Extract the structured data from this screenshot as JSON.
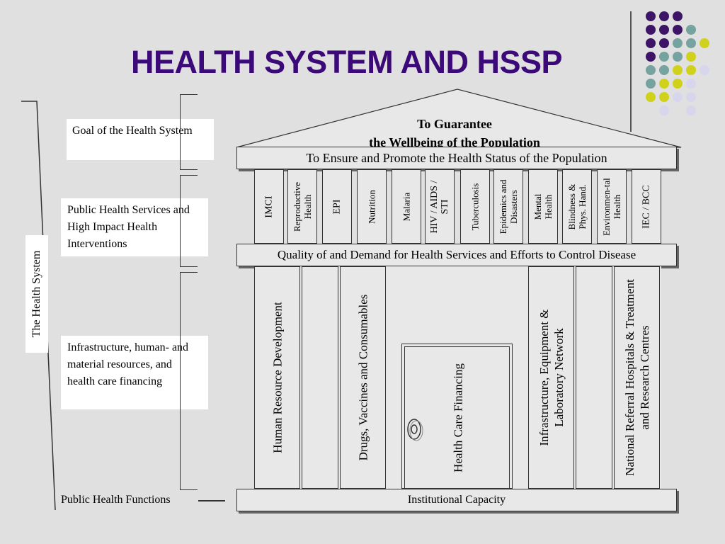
{
  "title": "HEALTH SYSTEM AND HSSP",
  "left_labels": {
    "goal": "Goal of the Health System",
    "services": "Public Health Services and High Impact Health Interventions",
    "infrastructure": "Infrastructure, human- and material resources, and health care financing",
    "functions": "Public Health Functions",
    "health_system": "The Health System"
  },
  "roof": {
    "line1": "To Guarantee",
    "line2": "the Wellbeing of the Population"
  },
  "top_bar": "To Ensure and Promote the Health Status of the Population",
  "programs": [
    "IMCI",
    "Reproductive Health",
    "EPI",
    "Nutrition",
    "Malaria",
    "HIV / AIDS / STI",
    "Tuberculosis",
    "Epidemics and Disasters",
    "Mental Health",
    "Blindness & Phys. Hand.",
    "Environmen-tal Health",
    "IEC / BCC"
  ],
  "middle_bar": "Quality of and Demand for Health Services and Efforts to Control Disease",
  "pillars": {
    "hrd": "Human Resource Development",
    "drugs": "Drugs, Vaccines and Consumables",
    "financing": "Health Care Financing",
    "infra": "Infrastructure, Equipment & Laboratory Network",
    "referral": "National Referral Hospitals & Treatment and Research Centres"
  },
  "base_bar": "Institutional Capacity",
  "colors": {
    "title": "#3b0a78",
    "purple": "#3d1466",
    "teal": "#76a39f",
    "yellow": "#d0d11b",
    "lavender": "#d8d6ec"
  }
}
